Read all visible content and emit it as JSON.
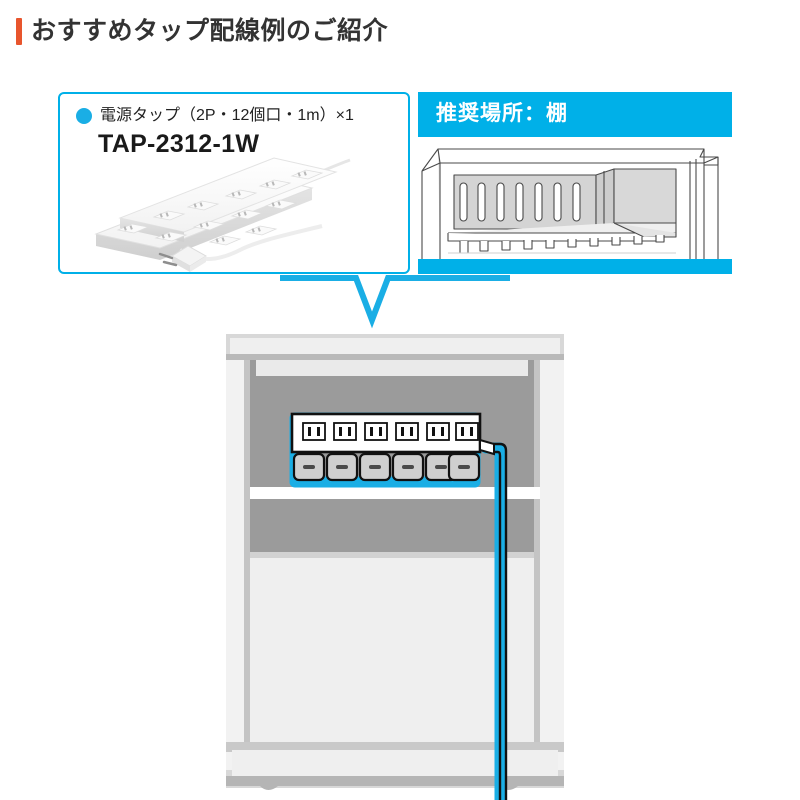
{
  "page": {
    "title": "おすすめタップ配線例のご紹介",
    "accent_bar_color": "#e8552d",
    "title_color": "#333333",
    "background": "#ffffff"
  },
  "product_card": {
    "bullet_icon": "filled-circle-icon",
    "bullet_color": "#1aaee5",
    "border_color": "#00b0e8",
    "product_name": "電源タップ（2P・12個口・1m）×1",
    "model_number": "TAP-2312-1W",
    "photo_alt": "power-strip-product-photo",
    "outlet_count": 12
  },
  "place_panel": {
    "header": "推奨場所：棚",
    "header_color": "#ffffff",
    "panel_color": "#00b0e8",
    "illustration_alt": "shelf-cabinet-interior-illustration"
  },
  "connector": {
    "arrow_icon": "down-arrow-connector-icon",
    "color": "#1aaee5"
  },
  "diagram": {
    "alt": "cabinet-wiring-example-diagram",
    "highlight_color": "#1aaee5",
    "cabinet_frame_color": "#d8d8d8",
    "cabinet_back_color": "#9b9b9b",
    "cable_color": "#111111",
    "strip": {
      "label": "power-strip",
      "outlet_count": 6,
      "switch_count": 6,
      "body_color": "#ffffff",
      "switch_color": "#cfcfcf"
    }
  }
}
